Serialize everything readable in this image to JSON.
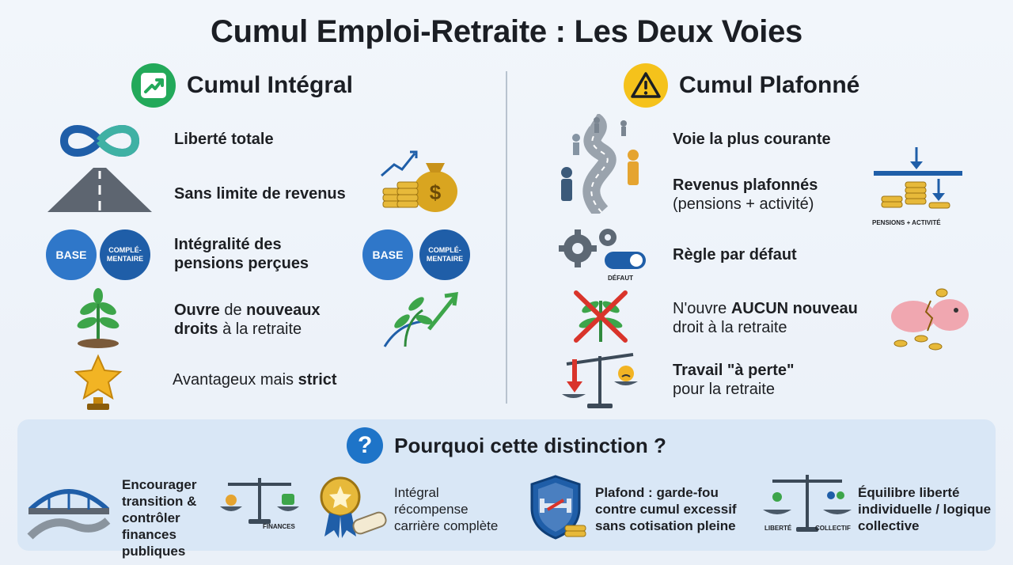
{
  "title": "Cumul Emploi-Retraite : Les Deux Voies",
  "left": {
    "heading": "Cumul Intégral",
    "badge_color": "#23a95a",
    "items": [
      {
        "bold": "Liberté totale",
        "rest": ""
      },
      {
        "bold": "Sans limite de revenus",
        "rest": ""
      },
      {
        "bold": "Intégralité des pensions perçues",
        "rest": ""
      },
      {
        "p1": "Ouvre",
        "p2": " de ",
        "p3": "nouveaux",
        "p4": "droits",
        "p5": " à la retraite"
      },
      {
        "normal": "Avantageux mais ",
        "bold": "strict"
      }
    ],
    "pill_base": "BASE",
    "pill_comp": "COMPLÉ-MENTAIRE"
  },
  "right": {
    "heading": "Cumul Plafonné",
    "badge_color": "#f5c21b",
    "items": [
      {
        "bold": "Voie la plus courante"
      },
      {
        "bold": "Revenus plafonnés",
        "rest": "(pensions + activité)"
      },
      {
        "bold": "Règle par défaut"
      },
      {
        "n1": "N'ouvre ",
        "b1": "AUCUN nouveau",
        "n2": "droit à la retraite"
      },
      {
        "bold": "Travail \"à perte\"",
        "rest": "pour la retraite"
      }
    ],
    "pensions_label": "PENSIONS + ACTIVITÉ",
    "defaut_label": "DÉFAUT"
  },
  "bottom": {
    "heading": "Pourquoi cette distinction ?",
    "reasons": [
      "Encourager transition & contrôler finances publiques",
      "Intégral récompense carrière complète",
      "Plafond : garde-fou contre cumul excessif sans cotisation pleine",
      "Équilibre liberté individuelle / logique collective"
    ],
    "finances_label": "FINANCES",
    "liberte_label": "LIBERTÉ",
    "collectif_label": "COLLECTIF"
  },
  "colors": {
    "accent_blue": "#1e74c8",
    "green": "#23a95a",
    "yellow": "#f5c21b",
    "red": "#d9342b",
    "gold": "#d9a520"
  }
}
